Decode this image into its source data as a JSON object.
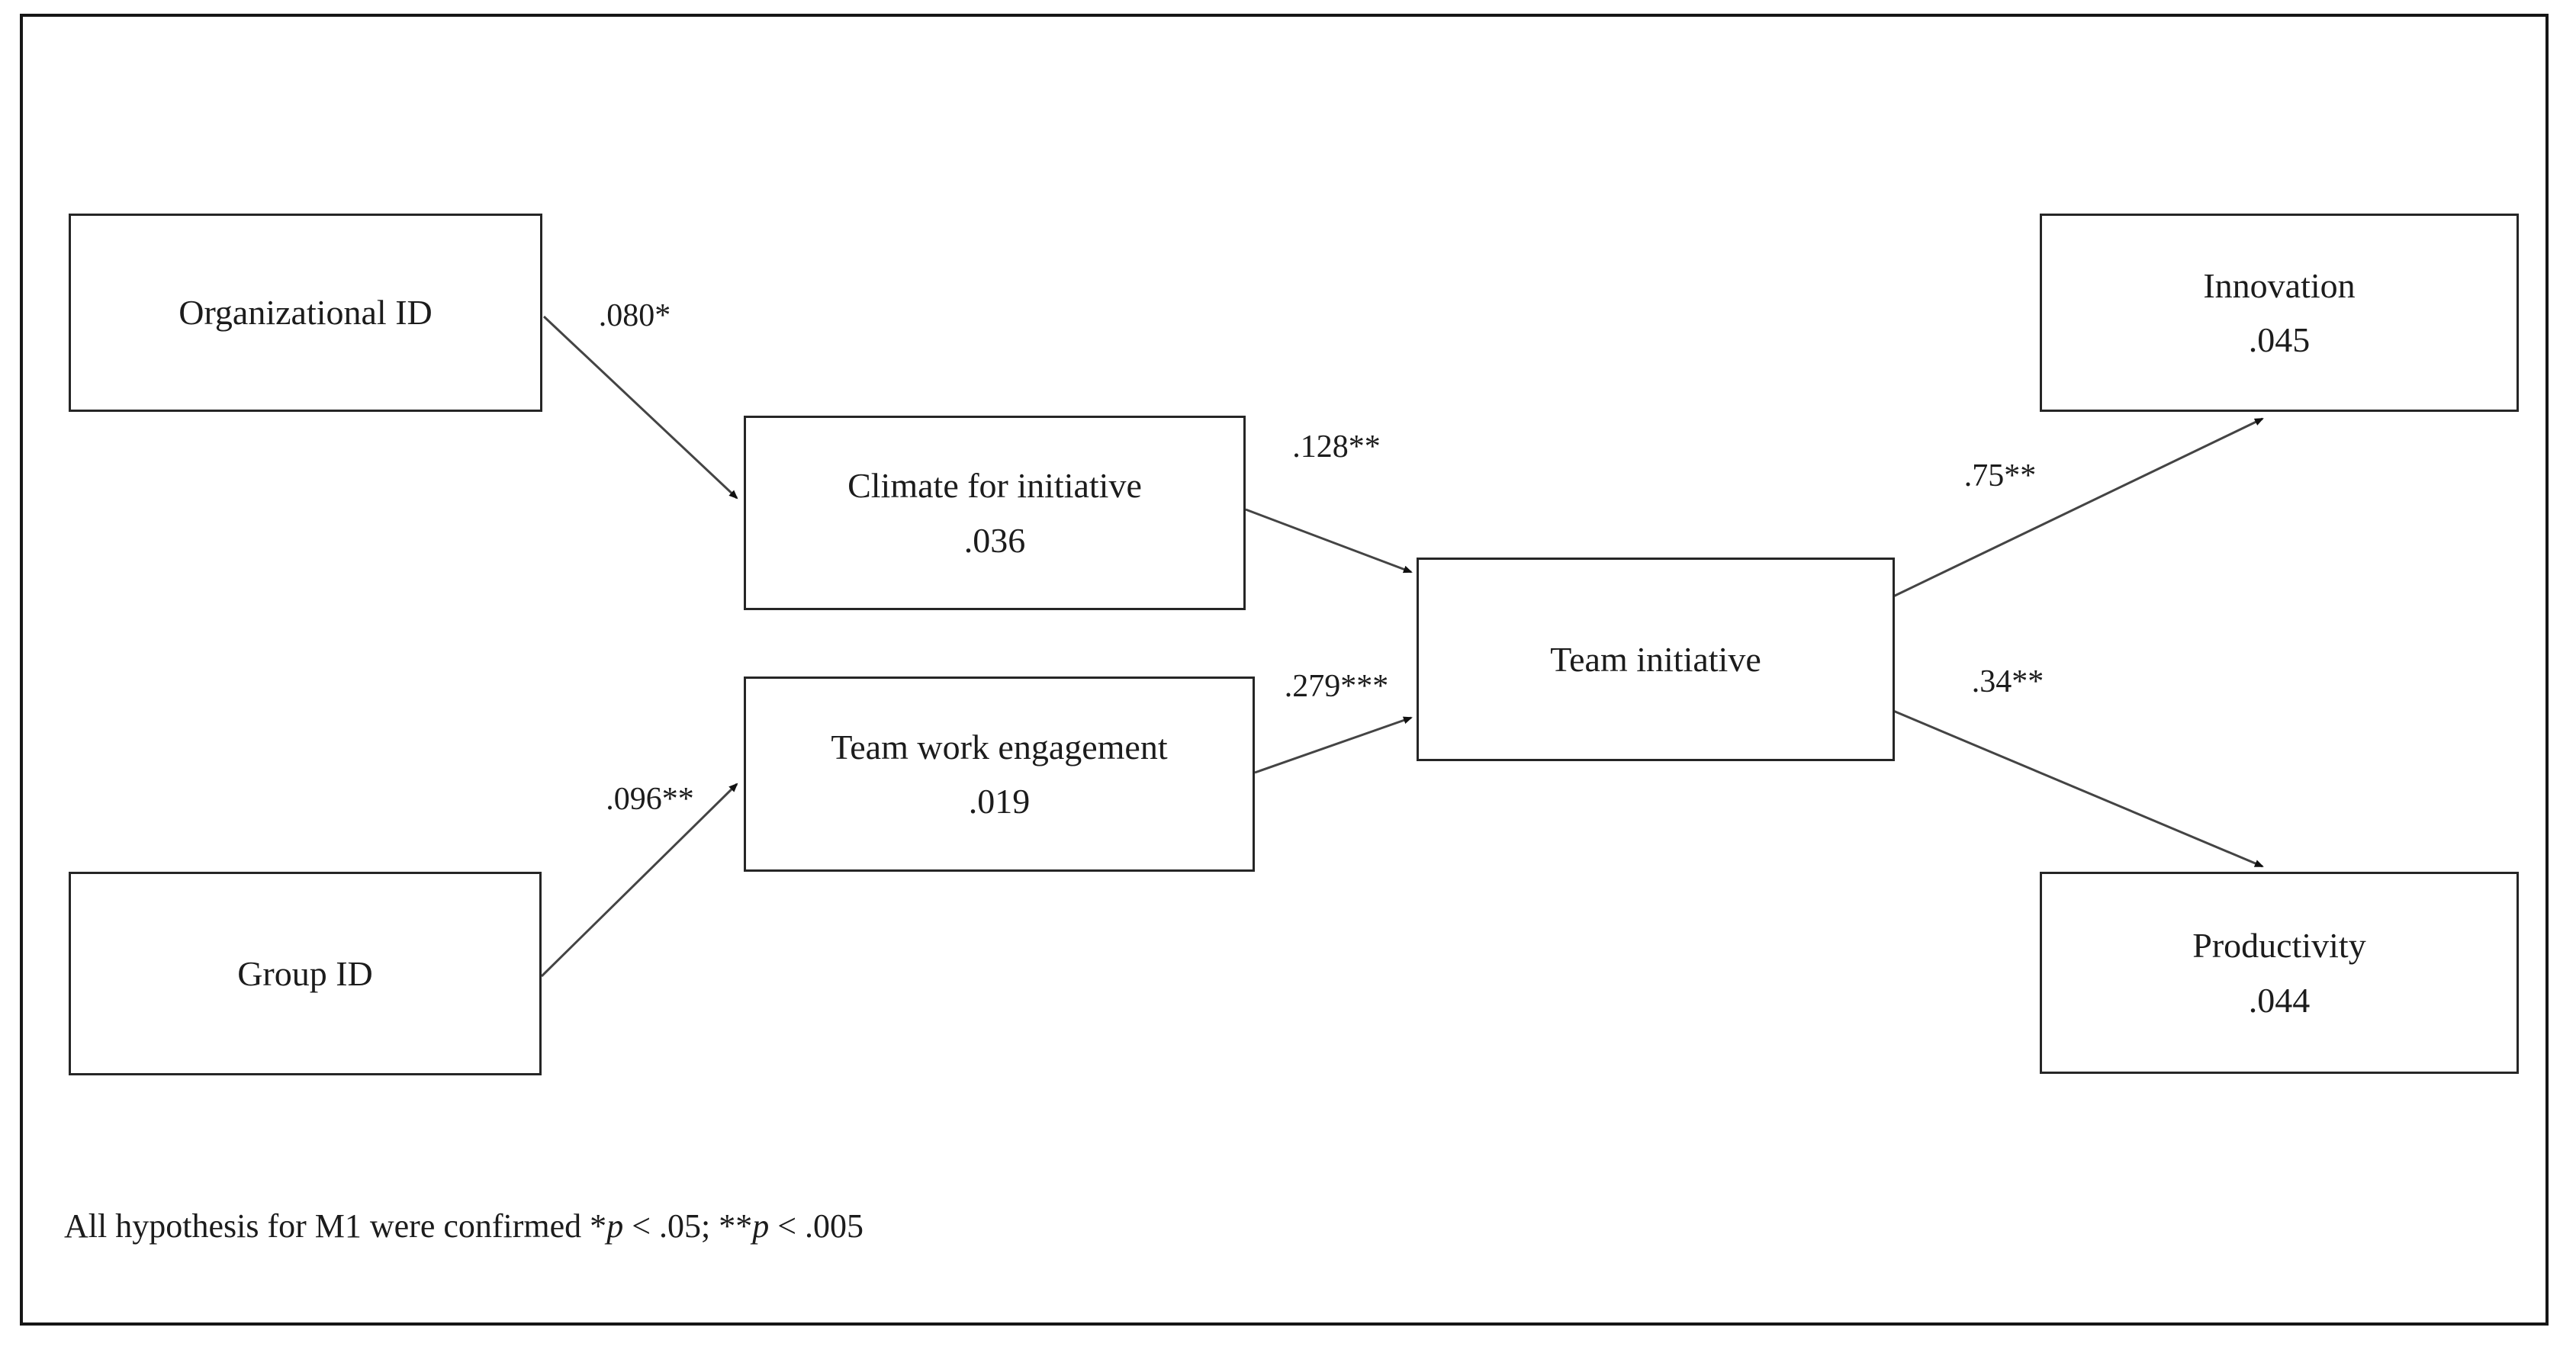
{
  "diagram": {
    "type": "path-model",
    "nodes": [
      {
        "id": "organizational-id",
        "label": "Organizational ID",
        "value": ""
      },
      {
        "id": "climate-for-initiative",
        "label": "Climate for initiative",
        "value": ".036"
      },
      {
        "id": "team-work-engagement",
        "label": "Team work engagement",
        "value": ".019"
      },
      {
        "id": "group-id",
        "label": "Group ID",
        "value": ""
      },
      {
        "id": "team-initiative",
        "label": "Team initiative",
        "value": ""
      },
      {
        "id": "innovation",
        "label": "Innovation",
        "value": ".045"
      },
      {
        "id": "productivity",
        "label": "Productivity",
        "value": ".044"
      }
    ],
    "paths": [
      {
        "from": "organizational-id",
        "to": "climate-for-initiative",
        "coefficient": ".080*"
      },
      {
        "from": "group-id",
        "to": "team-work-engagement",
        "coefficient": ".096**"
      },
      {
        "from": "climate-for-initiative",
        "to": "team-initiative",
        "coefficient": ".128**"
      },
      {
        "from": "team-work-engagement",
        "to": "team-initiative",
        "coefficient": ".279***"
      },
      {
        "from": "team-initiative",
        "to": "innovation",
        "coefficient": ".75**"
      },
      {
        "from": "team-initiative",
        "to": "productivity",
        "coefficient": ".34**"
      }
    ],
    "caption": {
      "parts": [
        "All hypothesis for M1 were confirmed *",
        "p",
        " < .05; **",
        "p",
        " < .005"
      ]
    }
  }
}
